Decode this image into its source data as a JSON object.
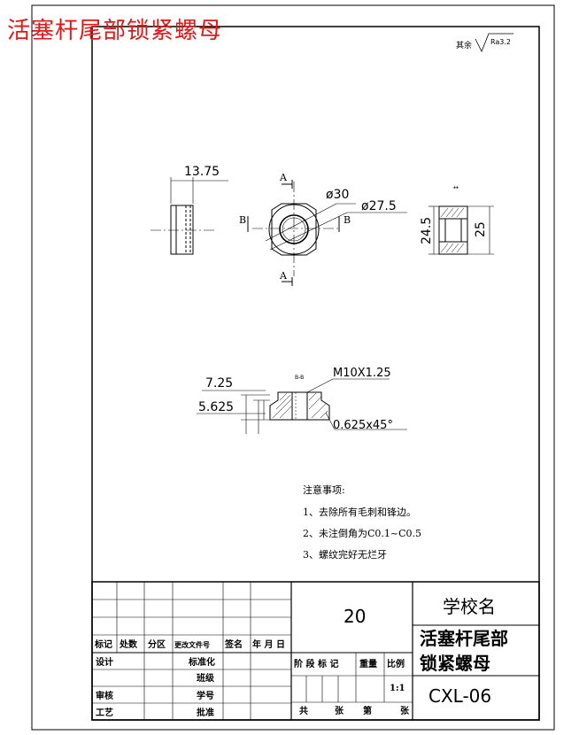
{
  "overlay_title": "活塞杆尾部锁紧螺母",
  "surface_note": {
    "prefix": "其余",
    "roughness": "Ra3.2"
  },
  "dimensions": {
    "width": "13.75",
    "diameter_outer": "ø30",
    "diameter_inner": "ø27.5",
    "height_24_5": "24.5",
    "height_25": "25",
    "d_7_25": "7.25",
    "d_5_625": "5.625",
    "thread": "M10X1.25",
    "chamfer": "0.625x45°"
  },
  "section_labels": {
    "a_top": "A",
    "a_bottom": "A",
    "b_left": "B",
    "b_right": "B",
    "section_mark_top": "↔",
    "section_mark_mid": "B-B"
  },
  "notes": {
    "heading": "注意事项:",
    "items": [
      "1、去除所有毛刺和锋边。",
      "2、未注倒角为C0.1~C0.5",
      "3、螺纹完好无烂牙"
    ]
  },
  "title_block": {
    "row_labels": [
      "标记",
      "处数",
      "分区",
      "更改文件号",
      "签名",
      "年 月 日"
    ],
    "design": "设计",
    "standardize": "标准化",
    "class": "班级",
    "review": "审核",
    "student_no": "学号",
    "process": "工艺",
    "approve": "批准",
    "quantity": "20",
    "stage_mark": "阶 段 标 记",
    "weight": "重量",
    "scale_label": "比例",
    "scale_value": "1:1",
    "total": "共",
    "sheet_unit": "张",
    "page": "第",
    "page_unit": "张",
    "school": "学校名",
    "part_name_line1": "活塞杆尾部",
    "part_name_line2": "锁紧螺母",
    "drawing_no": "CXL-06"
  }
}
